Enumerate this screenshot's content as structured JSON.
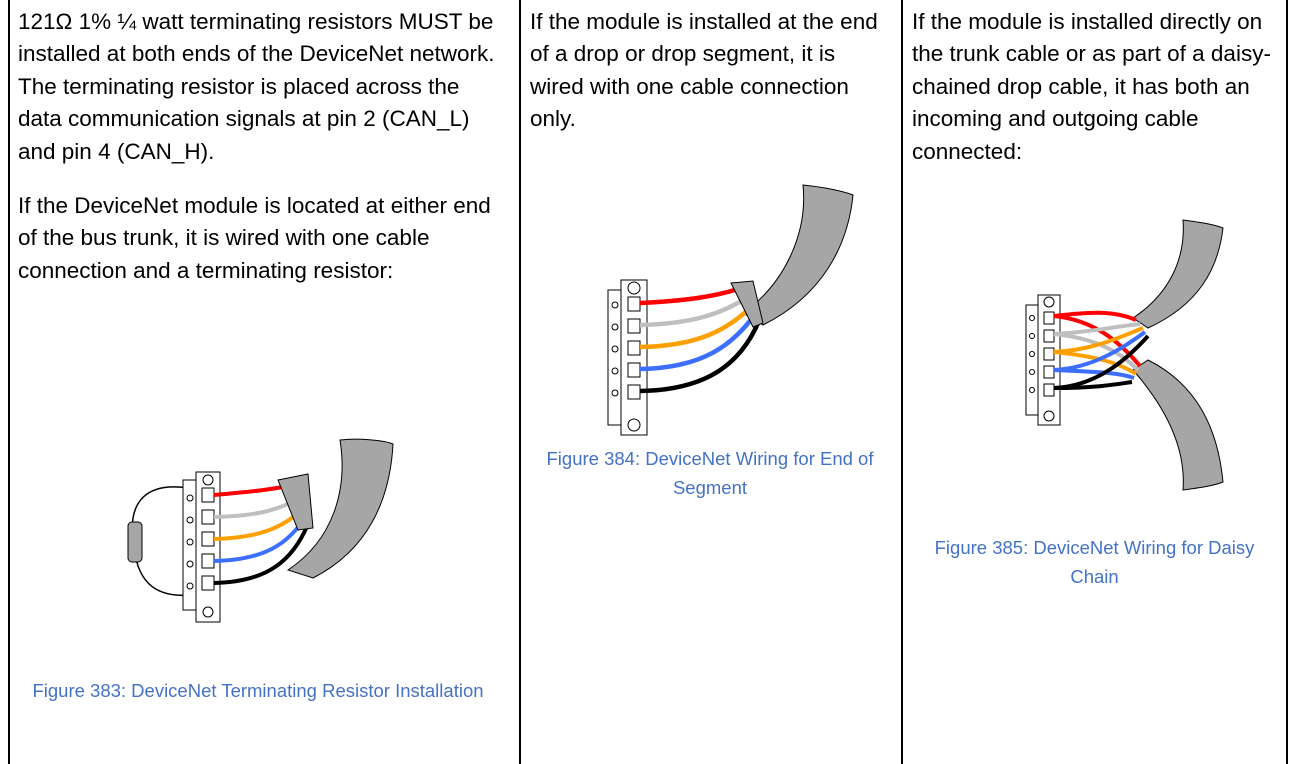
{
  "columns": [
    {
      "paragraphs": [
        "121Ω 1% ¼ watt terminating resistors MUST be installed at both ends of the DeviceNet network. The terminating resistor is placed across the data communication signals at pin 2 (CAN_L) and pin 4 (CAN_H).",
        "If the DeviceNet module is located at either end of the bus trunk, it is wired with one cable connection and a terminating resistor:"
      ],
      "caption": "Figure 383: DeviceNet Terminating Resistor Installation"
    },
    {
      "paragraphs": [
        "If the module is installed at the end of a drop or drop segment, it is wired with one cable connection only."
      ],
      "caption": "Figure 384: DeviceNet Wiring for End of Segment"
    },
    {
      "paragraphs": [
        "If the module is installed directly on the trunk cable or as part of a daisy-chained drop cable, it has both an incoming and outgoing cable connected:"
      ],
      "caption": "Figure 385: DeviceNet Wiring for Daisy Chain"
    }
  ],
  "colors": {
    "caption": "#4472c4",
    "cable_jacket": "#a6a6a6",
    "wire_red": "#ff0000",
    "wire_white": "#bfbfbf",
    "wire_orange": "#ffa000",
    "wire_blue": "#3c6fff",
    "wire_black": "#000000"
  }
}
